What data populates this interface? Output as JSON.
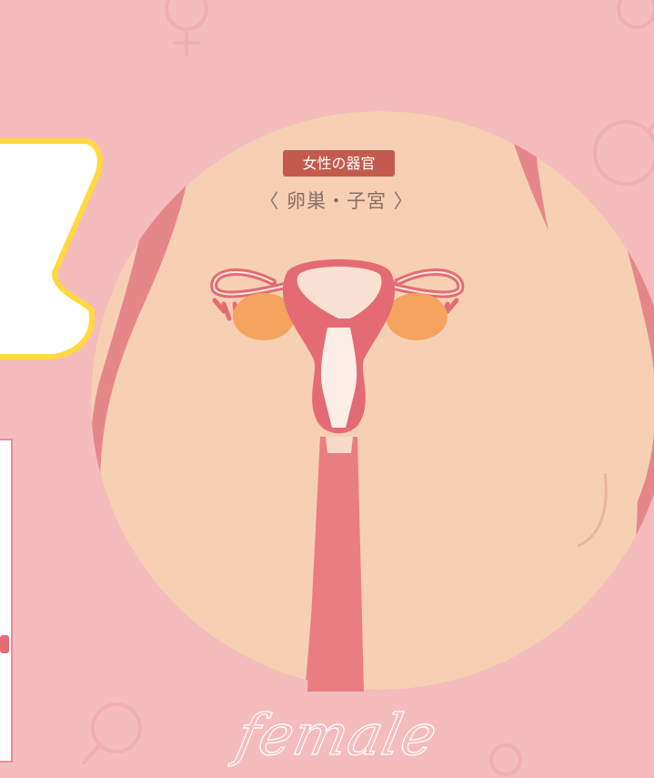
{
  "illustration": {
    "badge_label": "女性の器官",
    "subtitle": "〈 卵巣・子宮 〉",
    "script_word": "female",
    "icon": "female-reproductive-organs-icon",
    "colors": {
      "background": "#f4bcbd",
      "circle": "#e58789",
      "skin": "#f7d0b4",
      "badge": "#c45a4d",
      "uterus": "#e46b73",
      "ovary": "#f4a45f",
      "accent_yellow": "#ffd93d"
    }
  }
}
